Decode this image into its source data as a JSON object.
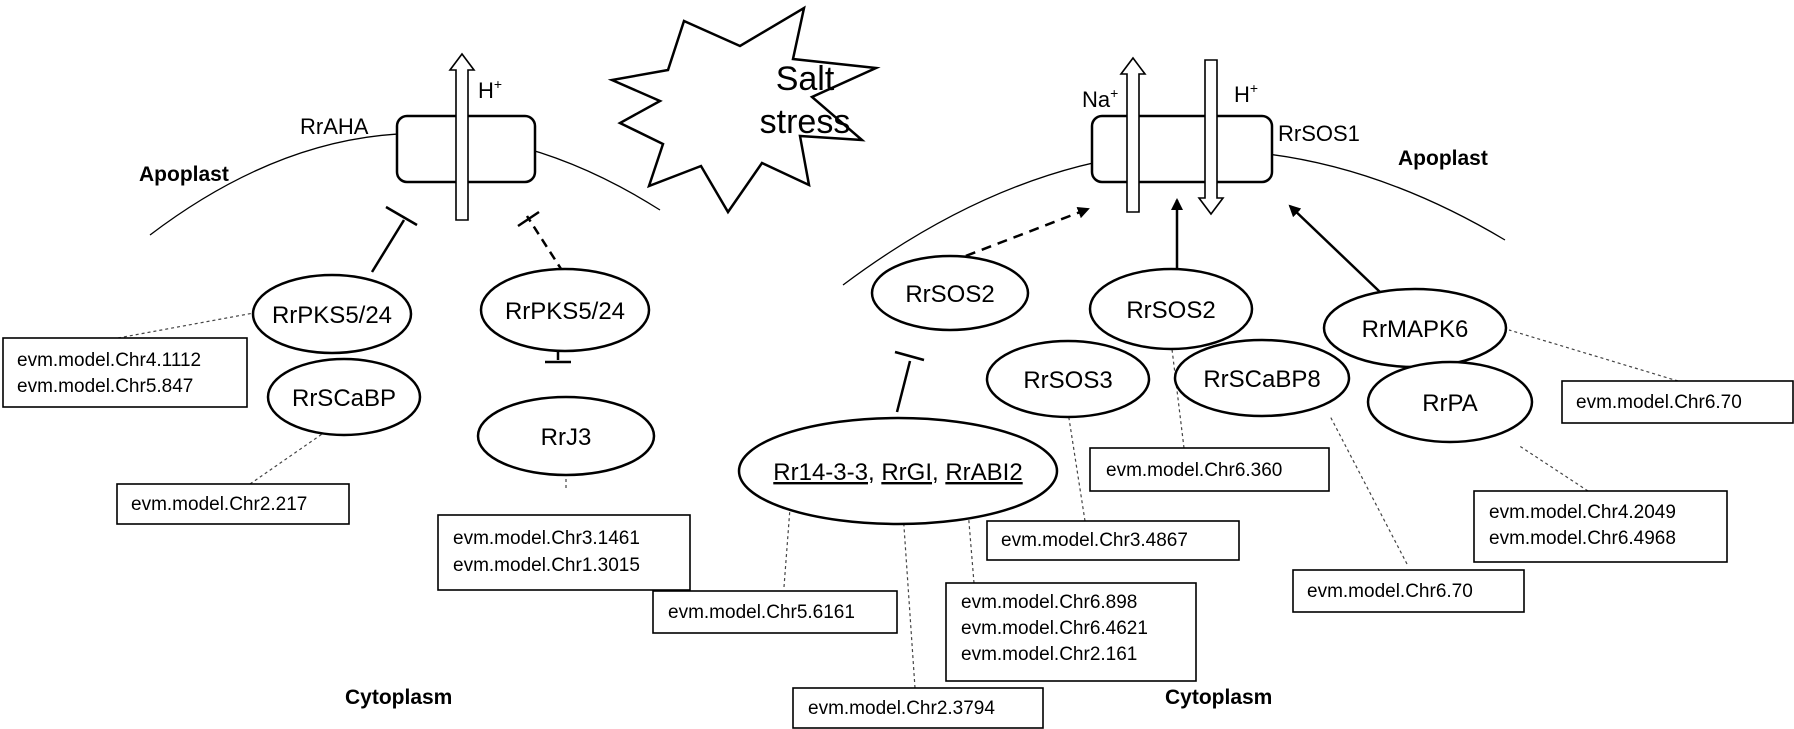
{
  "regions": {
    "apoplast_left": "Apoplast",
    "apoplast_right": "Apoplast",
    "cytoplasm_left": "Cytoplasm",
    "cytoplasm_right": "Cytoplasm"
  },
  "stimulus": {
    "line1": "Salt",
    "line2": "stress"
  },
  "transporters": {
    "rraha": "RrAHA",
    "rrsos1": "RrSOS1"
  },
  "ions": {
    "h_left": "H",
    "na": "Na",
    "h_right": "H",
    "plus": "+"
  },
  "proteins": {
    "pks_a": "RrPKS5/24",
    "scabp": "RrSCaBP",
    "pks_b": "RrPKS5/24",
    "j3": "RrJ3",
    "sos2_a": "RrSOS2",
    "complex_1": "Rr14-3-3",
    "complex_sep_1": ", ",
    "complex_2": "RrGI",
    "complex_sep_2": ", ",
    "complex_3": "RrABI2",
    "sos2_b": "RrSOS2",
    "sos3": "RrSOS3",
    "scabp8": "RrSCaBP8",
    "mapk6": "RrMAPK6",
    "pa": "RrPA"
  },
  "gene_boxes": {
    "pks_a": [
      "evm.model.Chr4.1112",
      "evm.model.Chr5.847"
    ],
    "scabp": [
      "evm.model.Chr2.217"
    ],
    "j3": [
      "evm.model.Chr3.1461",
      "evm.model.Chr1.3015"
    ],
    "c1433": [
      "evm.model.Chr5.6161"
    ],
    "gi": [
      "evm.model.Chr2.3794"
    ],
    "abi2": [
      "evm.model.Chr6.898",
      "evm.model.Chr6.4621",
      "evm.model.Chr2.161"
    ],
    "sos3": [
      "evm.model.Chr3.4867"
    ],
    "sos2_b": [
      "evm.model.Chr6.360"
    ],
    "scabp8": [
      "evm.model.Chr6.70"
    ],
    "mapk6": [
      "evm.model.Chr6.70"
    ],
    "pa": [
      "evm.model.Chr4.2049",
      "evm.model.Chr6.4968"
    ]
  }
}
